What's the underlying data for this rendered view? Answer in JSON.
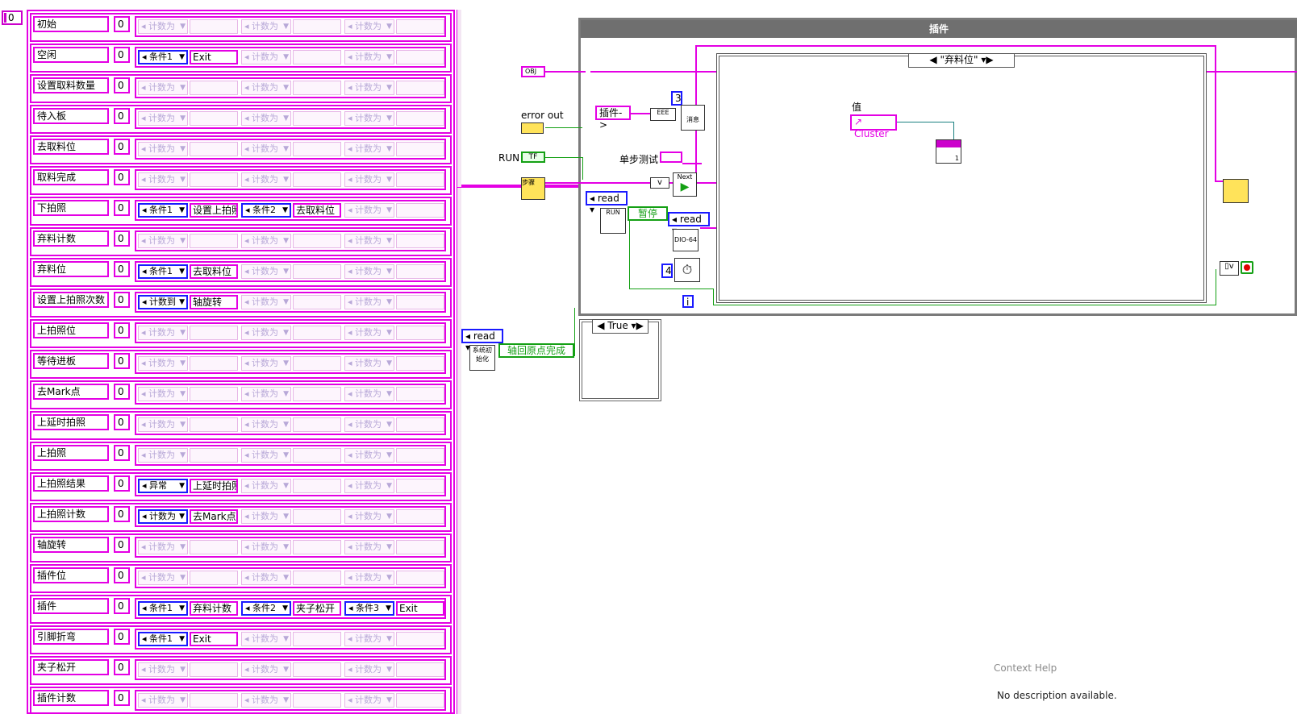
{
  "index_control": {
    "value": "0"
  },
  "states": [
    {
      "name": "初始",
      "num": "0",
      "cells": [
        {
          "t": "计数为",
          "on": false,
          "label": ""
        },
        {
          "t": "计数为",
          "on": false,
          "label": ""
        },
        {
          "t": "计数为",
          "on": false,
          "label": ""
        }
      ]
    },
    {
      "name": "空闲",
      "num": "0",
      "cells": [
        {
          "t": "条件1",
          "on": true,
          "label": "Exit"
        },
        {
          "t": "计数为",
          "on": false,
          "label": ""
        },
        {
          "t": "计数为",
          "on": false,
          "label": ""
        }
      ]
    },
    {
      "name": "设置取料数量",
      "num": "0",
      "cells": [
        {
          "t": "计数为",
          "on": false,
          "label": ""
        },
        {
          "t": "计数为",
          "on": false,
          "label": ""
        },
        {
          "t": "计数为",
          "on": false,
          "label": ""
        }
      ]
    },
    {
      "name": "待入板",
      "num": "0",
      "cells": [
        {
          "t": "计数为",
          "on": false,
          "label": ""
        },
        {
          "t": "计数为",
          "on": false,
          "label": ""
        },
        {
          "t": "计数为",
          "on": false,
          "label": ""
        }
      ]
    },
    {
      "name": "去取料位",
      "num": "0",
      "cells": [
        {
          "t": "计数为",
          "on": false,
          "label": ""
        },
        {
          "t": "计数为",
          "on": false,
          "label": ""
        },
        {
          "t": "计数为",
          "on": false,
          "label": ""
        }
      ]
    },
    {
      "name": "取料完成",
      "num": "0",
      "cells": [
        {
          "t": "计数为",
          "on": false,
          "label": ""
        },
        {
          "t": "计数为",
          "on": false,
          "label": ""
        },
        {
          "t": "计数为",
          "on": false,
          "label": ""
        }
      ]
    },
    {
      "name": "下拍照",
      "num": "0",
      "cells": [
        {
          "t": "条件1",
          "on": true,
          "label": "设置上拍照"
        },
        {
          "t": "条件2",
          "on": true,
          "label": "去取料位"
        },
        {
          "t": "计数为",
          "on": false,
          "label": ""
        }
      ]
    },
    {
      "name": "弃料计数",
      "num": "0",
      "cells": [
        {
          "t": "计数为",
          "on": false,
          "label": ""
        },
        {
          "t": "计数为",
          "on": false,
          "label": ""
        },
        {
          "t": "计数为",
          "on": false,
          "label": ""
        }
      ]
    },
    {
      "name": "弃料位",
      "num": "0",
      "cells": [
        {
          "t": "条件1",
          "on": true,
          "label": "去取料位"
        },
        {
          "t": "计数为",
          "on": false,
          "label": ""
        },
        {
          "t": "计数为",
          "on": false,
          "label": ""
        }
      ]
    },
    {
      "name": "设置上拍照次数",
      "num": "0",
      "cells": [
        {
          "t": "计数到",
          "on": true,
          "label": "轴旋转"
        },
        {
          "t": "计数为",
          "on": false,
          "label": ""
        },
        {
          "t": "计数为",
          "on": false,
          "label": ""
        }
      ]
    },
    {
      "name": "上拍照位",
      "num": "0",
      "cells": [
        {
          "t": "计数为",
          "on": false,
          "label": ""
        },
        {
          "t": "计数为",
          "on": false,
          "label": ""
        },
        {
          "t": "计数为",
          "on": false,
          "label": ""
        }
      ]
    },
    {
      "name": "等待进板",
      "num": "0",
      "cells": [
        {
          "t": "计数为",
          "on": false,
          "label": ""
        },
        {
          "t": "计数为",
          "on": false,
          "label": ""
        },
        {
          "t": "计数为",
          "on": false,
          "label": ""
        }
      ]
    },
    {
      "name": "去Mark点",
      "num": "0",
      "cells": [
        {
          "t": "计数为",
          "on": false,
          "label": ""
        },
        {
          "t": "计数为",
          "on": false,
          "label": ""
        },
        {
          "t": "计数为",
          "on": false,
          "label": ""
        }
      ]
    },
    {
      "name": "上延时拍照",
      "num": "0",
      "cells": [
        {
          "t": "计数为",
          "on": false,
          "label": ""
        },
        {
          "t": "计数为",
          "on": false,
          "label": ""
        },
        {
          "t": "计数为",
          "on": false,
          "label": ""
        }
      ]
    },
    {
      "name": "上拍照",
      "num": "0",
      "cells": [
        {
          "t": "计数为",
          "on": false,
          "label": ""
        },
        {
          "t": "计数为",
          "on": false,
          "label": ""
        },
        {
          "t": "计数为",
          "on": false,
          "label": ""
        }
      ]
    },
    {
      "name": "上拍照结果",
      "num": "0",
      "cells": [
        {
          "t": "异常",
          "on": true,
          "label": "上延时拍照"
        },
        {
          "t": "计数为",
          "on": false,
          "label": ""
        },
        {
          "t": "计数为",
          "on": false,
          "label": ""
        }
      ]
    },
    {
      "name": "上拍照计数",
      "num": "0",
      "cells": [
        {
          "t": "计数为",
          "on": true,
          "label": "去Mark点"
        },
        {
          "t": "计数为",
          "on": false,
          "label": ""
        },
        {
          "t": "计数为",
          "on": false,
          "label": ""
        }
      ]
    },
    {
      "name": "轴旋转",
      "num": "0",
      "cells": [
        {
          "t": "计数为",
          "on": false,
          "label": ""
        },
        {
          "t": "计数为",
          "on": false,
          "label": ""
        },
        {
          "t": "计数为",
          "on": false,
          "label": ""
        }
      ]
    },
    {
      "name": "插件位",
      "num": "0",
      "cells": [
        {
          "t": "计数为",
          "on": false,
          "label": ""
        },
        {
          "t": "计数为",
          "on": false,
          "label": ""
        },
        {
          "t": "计数为",
          "on": false,
          "label": ""
        }
      ]
    },
    {
      "name": "插件",
      "num": "0",
      "cells": [
        {
          "t": "条件1",
          "on": true,
          "label": "弃料计数"
        },
        {
          "t": "条件2",
          "on": true,
          "label": "夹子松开"
        },
        {
          "t": "条件3",
          "on": true,
          "label": "Exit"
        }
      ]
    },
    {
      "name": "引脚折弯",
      "num": "0",
      "cells": [
        {
          "t": "条件1",
          "on": true,
          "label": "Exit"
        },
        {
          "t": "计数为",
          "on": false,
          "label": ""
        },
        {
          "t": "计数为",
          "on": false,
          "label": ""
        }
      ]
    },
    {
      "name": "夹子松开",
      "num": "0",
      "cells": [
        {
          "t": "计数为",
          "on": false,
          "label": ""
        },
        {
          "t": "计数为",
          "on": false,
          "label": ""
        },
        {
          "t": "计数为",
          "on": false,
          "label": ""
        }
      ]
    },
    {
      "name": "插件计数",
      "num": "0",
      "cells": [
        {
          "t": "计数为",
          "on": false,
          "label": ""
        },
        {
          "t": "计数为",
          "on": false,
          "label": ""
        },
        {
          "t": "计数为",
          "on": false,
          "label": ""
        }
      ]
    }
  ],
  "diagram": {
    "loop_title": "插件",
    "case_selector": "\"弃料位\"",
    "case2_selector": "True",
    "labels": {
      "error_out": "error out",
      "run": "RUN",
      "single_step": "单步测试",
      "value": "值",
      "plugin_arrow": "插件->",
      "cluster": "Cluster",
      "pause": "暂停",
      "axis_home_done": "轴回原点完成",
      "read1": "read",
      "read2": "read",
      "read3": "read",
      "const3": "3",
      "const4": "4",
      "iter": "i",
      "next": "Next",
      "msg": "消息",
      "step": "步骤",
      "dio": "DIO-64",
      "run_node": "RUN",
      "init_node": "系统初始化",
      "obj": "OBJ",
      "tf": "TF",
      "eee": "EEE",
      "one": "1"
    }
  },
  "context_help": {
    "title": "Context Help",
    "body": "No description available."
  }
}
